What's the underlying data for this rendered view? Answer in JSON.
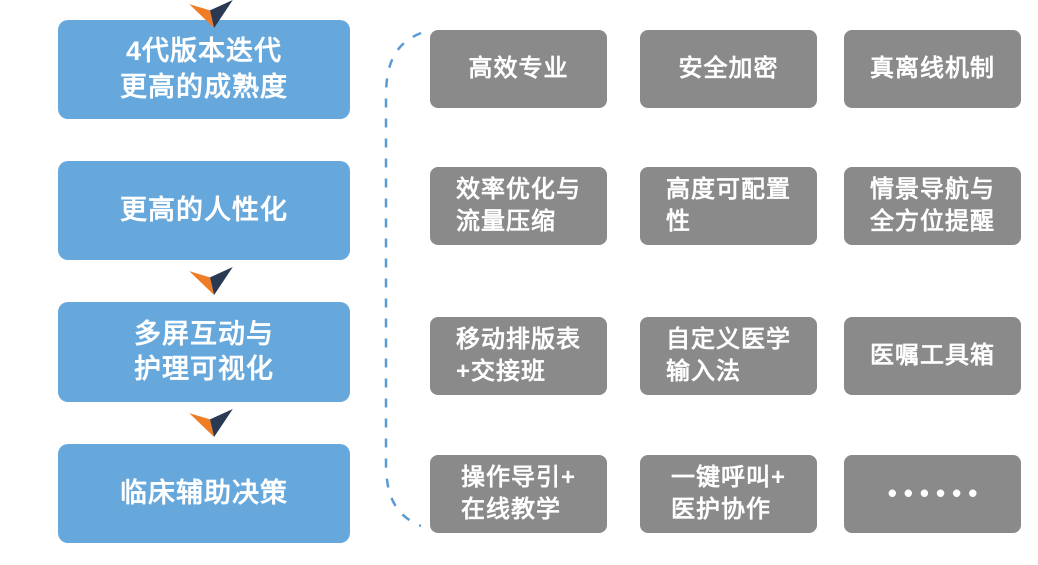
{
  "palette": {
    "box_blue": "#67A8DC",
    "box_gray": "#8A8A8A",
    "arrow_orange": "#F07D26",
    "arrow_navy": "#2B3A52",
    "dash_blue": "#5B9BD5",
    "text": "#FFFFFF"
  },
  "flow": {
    "steps": [
      {
        "label": "4代版本迭代\n更高的成熟度"
      },
      {
        "label": "更高的人性化"
      },
      {
        "label": "多屏互动与\n护理可视化"
      },
      {
        "label": "临床辅助决策"
      }
    ]
  },
  "features": {
    "items": [
      {
        "label": "高效专业"
      },
      {
        "label": "安全加密"
      },
      {
        "label": "真离线机制"
      },
      {
        "label": "效率优化与\n流量压缩"
      },
      {
        "label": "高度可配置\n性"
      },
      {
        "label": "情景导航与\n全方位提醒"
      },
      {
        "label": "移动排版表\n+交接班"
      },
      {
        "label": "自定义医学\n输入法"
      },
      {
        "label": "医嘱工具箱"
      },
      {
        "label": "操作导引+\n在线教学"
      },
      {
        "label": "一键呼叫+\n医护协作"
      },
      {
        "label": "••••••"
      }
    ]
  }
}
